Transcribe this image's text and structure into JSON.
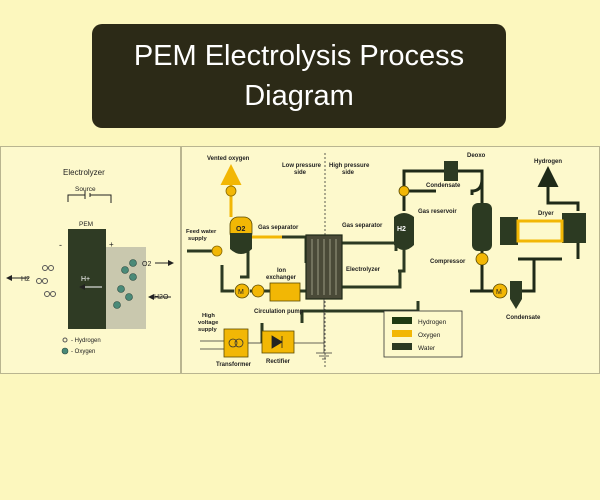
{
  "title": {
    "line1": "PEM Electrolysis Process",
    "line2": "Diagram"
  },
  "left": {
    "electrolyzer": "Electrolyzer",
    "source": "Source",
    "pem": "PEM",
    "h_plus": "H+",
    "plus": "+",
    "minus": "-",
    "h2": "H2",
    "o2": "O2",
    "h2o": "H2O",
    "legend_hydrogen": "- Hydrogen",
    "legend_oxygen": "- Oxygen"
  },
  "right": {
    "vented_oxygen": "Vented oxygen",
    "low_pressure_1": "Low pressure",
    "low_pressure_2": "side",
    "high_pressure_1": "High pressure",
    "high_pressure_2": "side",
    "deoxo": "Deoxo",
    "hydrogen": "Hydrogen",
    "feed_water_1": "Feed water",
    "feed_water_2": "supply",
    "o2": "O2",
    "gas_separator_1": "Gas separator",
    "gas_separator_2": "Gas separator",
    "h2": "H2",
    "condensate_1": "Condensate",
    "gas_reservoir": "Gas reservoir",
    "dryer": "Dryer",
    "ion_exchanger_1": "Ion",
    "ion_exchanger_2": "exchanger",
    "electrolyzer": "Electrolyzer",
    "compressor": "Compressor",
    "circulation_pump": "Circulation pump",
    "condensate_2": "Condensate",
    "high_voltage_1": "High",
    "high_voltage_2": "voltage",
    "high_voltage_3": "supply",
    "transformer": "Transformer",
    "rectifier": "Rectifier",
    "motor": "M",
    "legend": [
      "Hydrogen",
      "Oxygen",
      "Water"
    ]
  },
  "colors": {
    "hydrogen": "#1f3a12",
    "oxygen": "#f2b705",
    "water": "#2c3a22",
    "background": "#fcf7be"
  }
}
